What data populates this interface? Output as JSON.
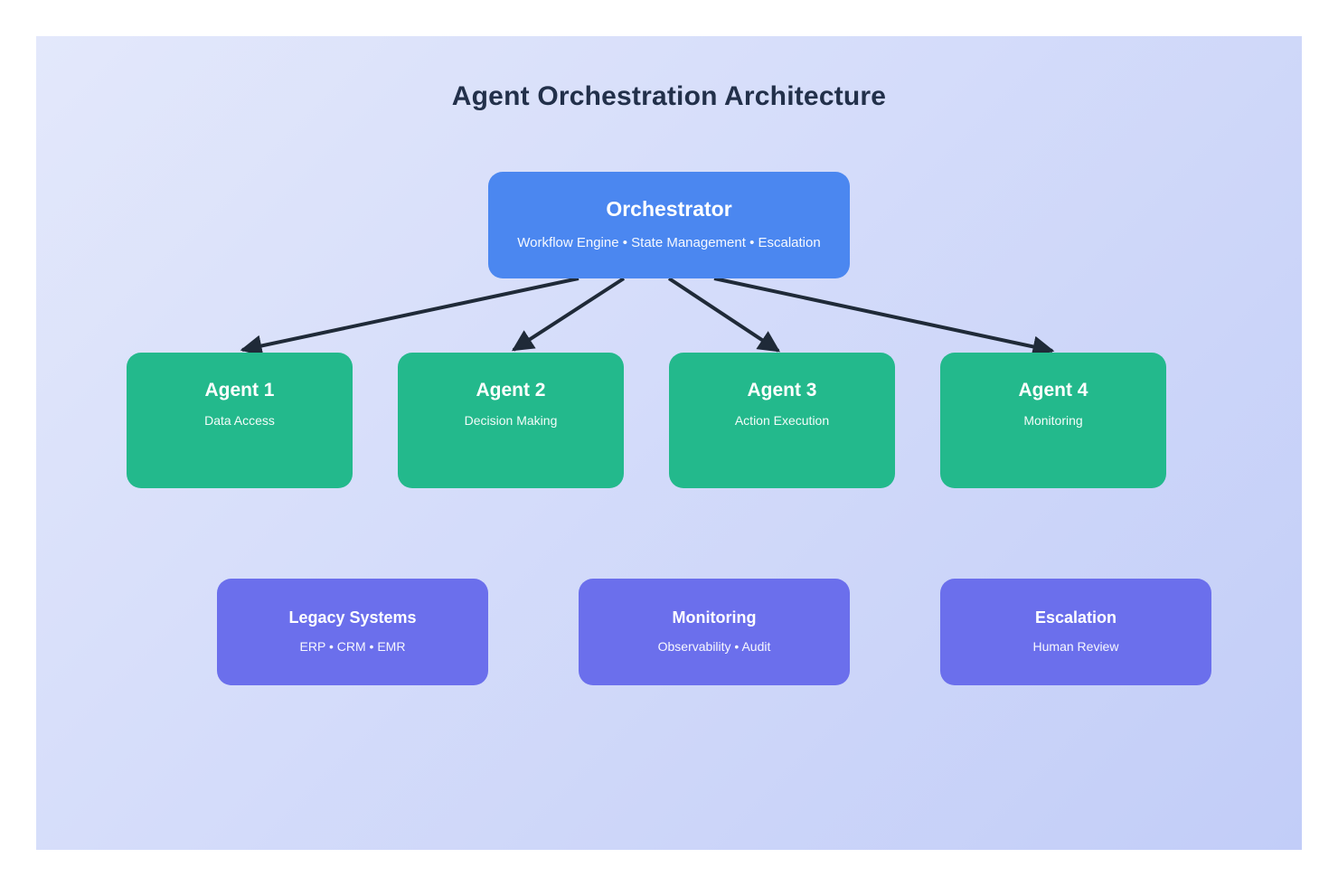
{
  "title": "Agent Orchestration Architecture",
  "orchestrator": {
    "title": "Orchestrator",
    "subtitle": "Workflow Engine • State Management • Escalation"
  },
  "agents": [
    {
      "title": "Agent 1",
      "subtitle": "Data Access"
    },
    {
      "title": "Agent 2",
      "subtitle": "Decision Making"
    },
    {
      "title": "Agent 3",
      "subtitle": "Action Execution"
    },
    {
      "title": "Agent 4",
      "subtitle": "Monitoring"
    }
  ],
  "systems": [
    {
      "title": "Legacy Systems",
      "subtitle": "ERP • CRM • EMR"
    },
    {
      "title": "Monitoring",
      "subtitle": "Observability • Audit"
    },
    {
      "title": "Escalation",
      "subtitle": "Human Review"
    }
  ],
  "colors": {
    "orchestrator_blue": "#4b87f0",
    "agent_green": "#23b98c",
    "system_purple": "#6b6fec",
    "arrow_dark": "#1f2a38",
    "title_dark": "#22304a",
    "panel_gradient_start": "#e3e8fb",
    "panel_gradient_end": "#c2cdf8",
    "page_background": "#ffffff"
  }
}
